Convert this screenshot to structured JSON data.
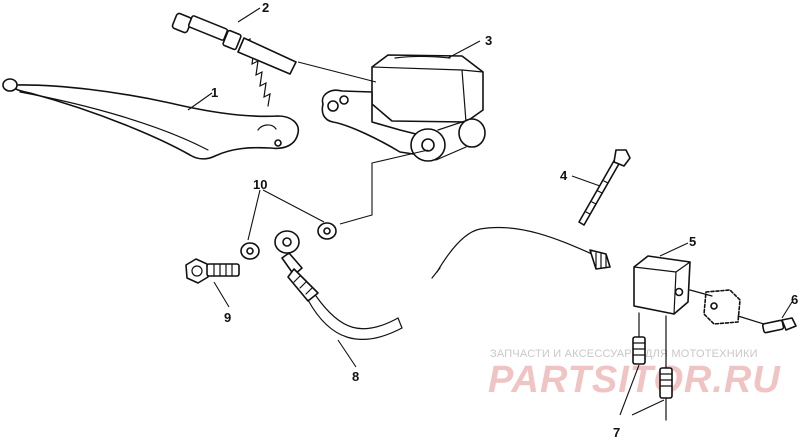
{
  "callouts": [
    {
      "id": "1",
      "text": "1"
    },
    {
      "id": "2",
      "text": "2"
    },
    {
      "id": "3",
      "text": "3"
    },
    {
      "id": "4",
      "text": "4"
    },
    {
      "id": "5",
      "text": "5"
    },
    {
      "id": "6",
      "text": "6"
    },
    {
      "id": "7",
      "text": "7"
    },
    {
      "id": "8",
      "text": "8"
    },
    {
      "id": "9",
      "text": "9"
    },
    {
      "id": "10",
      "text": "10"
    }
  ],
  "parts": [
    {
      "callout": "1",
      "icon": "brake-lever-icon"
    },
    {
      "callout": "2",
      "icon": "piston-spring-icon"
    },
    {
      "callout": "3",
      "icon": "master-cylinder-icon"
    },
    {
      "callout": "4",
      "icon": "cable-tie-icon"
    },
    {
      "callout": "5",
      "icon": "brake-switch-icon"
    },
    {
      "callout": "6",
      "icon": "screw-icon"
    },
    {
      "callout": "7",
      "icon": "terminal-icon"
    },
    {
      "callout": "8",
      "icon": "brake-hose-icon"
    },
    {
      "callout": "9",
      "icon": "banjo-bolt-icon"
    },
    {
      "callout": "10",
      "icon": "washer-icon"
    }
  ],
  "watermark": {
    "tagline": "ЗАПЧАСТИ И АКСЕССУАРЫ ДЛЯ МОТОТЕХНИКИ",
    "brand": "PARTSITOR.RU",
    "color": "#e87c7c"
  }
}
